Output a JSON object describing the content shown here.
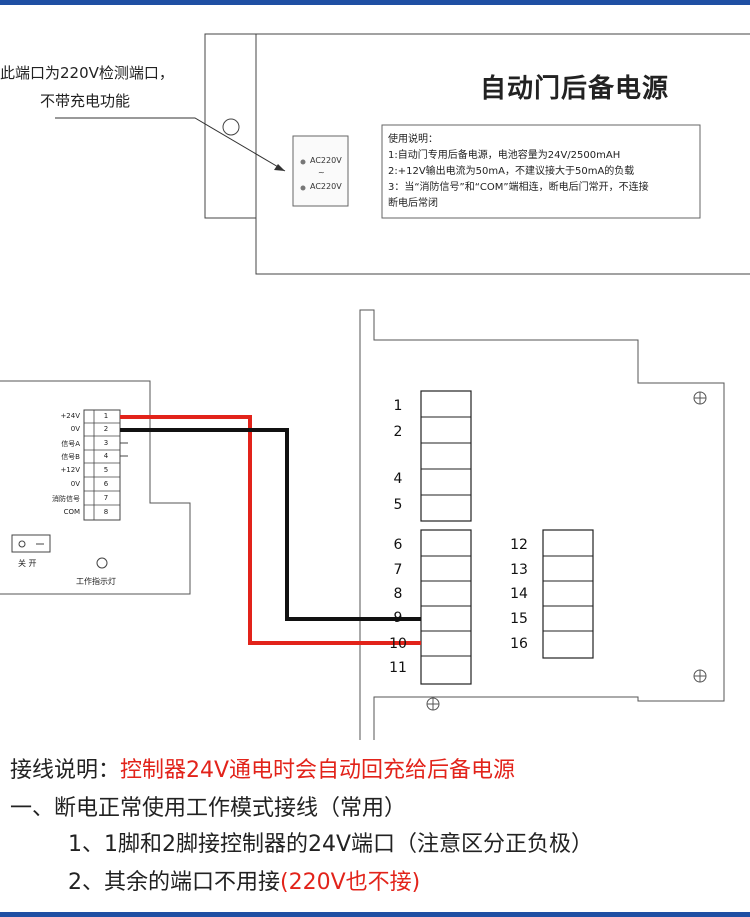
{
  "callout": {
    "line1": "此端口为220V检测端口，",
    "line2": "不带充电功能"
  },
  "device": {
    "title": "自动门后备电源",
    "ac_port_1": "AC220V",
    "ac_tilde": "~",
    "ac_port_2": "AC220V",
    "instructions": [
      "使用说明：",
      "1:自动门专用后备电源，电池容量为24V/2500mAH",
      "2:+12V输出电流为50mA，不建议接大于50mA的负载",
      "3：当“消防信号”和“COM”端相连，断电后门常开，不连接",
      "断电后常闭"
    ]
  },
  "power_terminals": [
    {
      "label": "+24V",
      "num": "1"
    },
    {
      "label": "0V",
      "num": "2"
    },
    {
      "label": "信号A",
      "num": "3"
    },
    {
      "label": "信号B",
      "num": "4"
    },
    {
      "label": "+12V",
      "num": "5"
    },
    {
      "label": "0V",
      "num": "6"
    },
    {
      "label": "消防信号",
      "num": "7"
    },
    {
      "label": "COM",
      "num": "8"
    }
  ],
  "switch_label": "关  开",
  "indicator_label": "工作指示灯",
  "controller": {
    "pins_left": [
      "1",
      "2",
      "4",
      "5",
      "6",
      "7",
      "8",
      "9",
      "10",
      "11"
    ],
    "pins_right": [
      "12",
      "13",
      "14",
      "15",
      "16"
    ]
  },
  "wiring_colors": {
    "positive": "#e2231a",
    "negative": "#111111",
    "accent_bar": "#1f4fa3"
  },
  "notes": {
    "heading_prefix": "接线说明：",
    "heading_red": "控制器24V通电时会自动回充给后备电源",
    "line1": "一、断电正常使用工作模式接线（常用）",
    "line2": "1、1脚和2脚接控制器的24V端口（注意区分正负极）",
    "line3_prefix": "2、其余的端口不用接",
    "line3_red": "(220V也不接)"
  }
}
